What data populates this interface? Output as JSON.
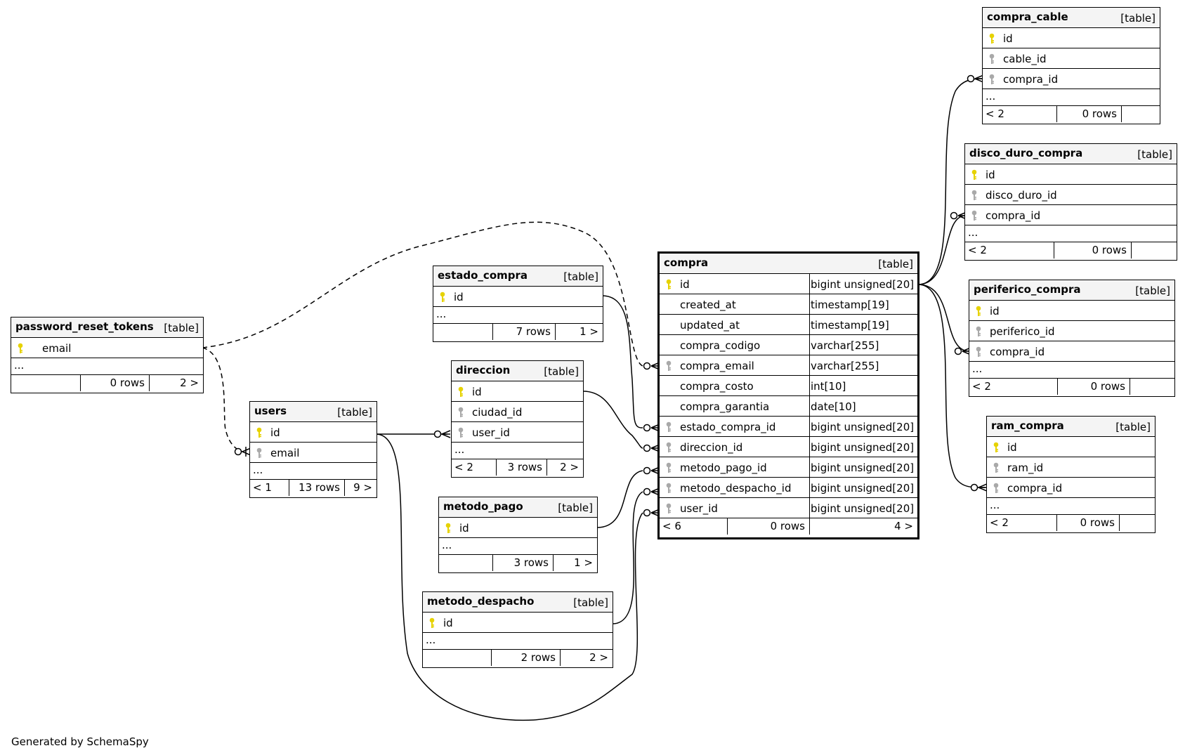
{
  "credit": "Generated by SchemaSpy",
  "colors": {
    "primary_key": "#e6d200",
    "foreign_key": "#a9a9a9",
    "header_bg": "#f4f4f4"
  },
  "icons": {
    "primary_key": "key-icon",
    "foreign_key": "key-icon"
  },
  "tables": {
    "compra": {
      "name": "compra",
      "type": "[table]",
      "columns": [
        {
          "name": "id",
          "type": "bigint unsigned[20]"
        },
        {
          "name": "created_at",
          "type": "timestamp[19]"
        },
        {
          "name": "updated_at",
          "type": "timestamp[19]"
        },
        {
          "name": "compra_codigo",
          "type": "varchar[255]"
        },
        {
          "name": "compra_email",
          "type": "varchar[255]"
        },
        {
          "name": "compra_costo",
          "type": "int[10]"
        },
        {
          "name": "compra_garantia",
          "type": "date[10]"
        },
        {
          "name": "estado_compra_id",
          "type": "bigint unsigned[20]"
        },
        {
          "name": "direccion_id",
          "type": "bigint unsigned[20]"
        },
        {
          "name": "metodo_pago_id",
          "type": "bigint unsigned[20]"
        },
        {
          "name": "metodo_despacho_id",
          "type": "bigint unsigned[20]"
        },
        {
          "name": "user_id",
          "type": "bigint unsigned[20]"
        }
      ],
      "footer": {
        "left": "< 6",
        "rows": "0 rows",
        "right": "4 >"
      }
    },
    "password_reset_tokens": {
      "name": "password_reset_tokens",
      "type": "[table]",
      "columns": [
        {
          "name": "email"
        }
      ],
      "ellipsis": "...",
      "footer": {
        "left": "",
        "rows": "0 rows",
        "right": "2 >"
      }
    },
    "users": {
      "name": "users",
      "type": "[table]",
      "columns": [
        {
          "name": "id"
        },
        {
          "name": "email"
        }
      ],
      "ellipsis": "...",
      "footer": {
        "left": "< 1",
        "rows": "13 rows",
        "right": "9 >"
      }
    },
    "estado_compra": {
      "name": "estado_compra",
      "type": "[table]",
      "columns": [
        {
          "name": "id"
        }
      ],
      "ellipsis": "...",
      "footer": {
        "left": "",
        "rows": "7 rows",
        "right": "1 >"
      }
    },
    "direccion": {
      "name": "direccion",
      "type": "[table]",
      "columns": [
        {
          "name": "id"
        },
        {
          "name": "ciudad_id"
        },
        {
          "name": "user_id"
        }
      ],
      "ellipsis": "...",
      "footer": {
        "left": "< 2",
        "rows": "3 rows",
        "right": "2 >"
      }
    },
    "metodo_pago": {
      "name": "metodo_pago",
      "type": "[table]",
      "columns": [
        {
          "name": "id"
        }
      ],
      "ellipsis": "...",
      "footer": {
        "left": "",
        "rows": "3 rows",
        "right": "1 >"
      }
    },
    "metodo_despacho": {
      "name": "metodo_despacho",
      "type": "[table]",
      "columns": [
        {
          "name": "id"
        }
      ],
      "ellipsis": "...",
      "footer": {
        "left": "",
        "rows": "2 rows",
        "right": "2 >"
      }
    },
    "compra_cable": {
      "name": "compra_cable",
      "type": "[table]",
      "columns": [
        {
          "name": "id"
        },
        {
          "name": "cable_id"
        },
        {
          "name": "compra_id"
        }
      ],
      "ellipsis": "...",
      "footer": {
        "left": "< 2",
        "rows": "0 rows",
        "right": ""
      }
    },
    "disco_duro_compra": {
      "name": "disco_duro_compra",
      "type": "[table]",
      "columns": [
        {
          "name": "id"
        },
        {
          "name": "disco_duro_id"
        },
        {
          "name": "compra_id"
        }
      ],
      "ellipsis": "...",
      "footer": {
        "left": "< 2",
        "rows": "0 rows",
        "right": ""
      }
    },
    "periferico_compra": {
      "name": "periferico_compra",
      "type": "[table]",
      "columns": [
        {
          "name": "id"
        },
        {
          "name": "periferico_id"
        },
        {
          "name": "compra_id"
        }
      ],
      "ellipsis": "...",
      "footer": {
        "left": "< 2",
        "rows": "0 rows",
        "right": ""
      }
    },
    "ram_compra": {
      "name": "ram_compra",
      "type": "[table]",
      "columns": [
        {
          "name": "id"
        },
        {
          "name": "ram_id"
        },
        {
          "name": "compra_id"
        }
      ],
      "ellipsis": "...",
      "footer": {
        "left": "< 2",
        "rows": "0 rows",
        "right": ""
      }
    }
  }
}
